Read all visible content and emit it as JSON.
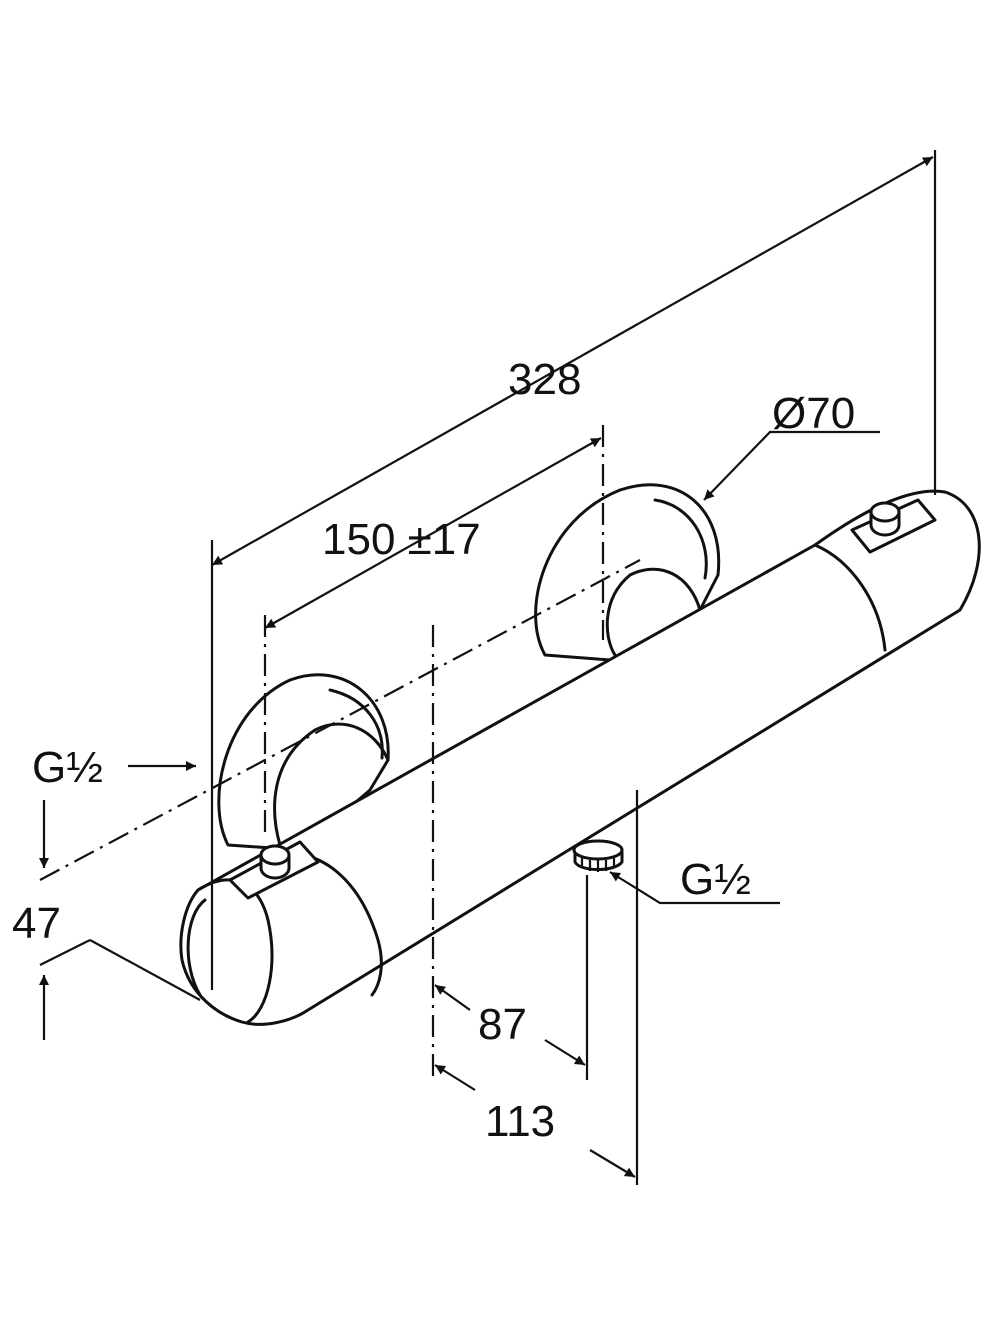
{
  "dimensions": {
    "overall_length": "328",
    "spacing": "150 ±17",
    "diameter": "Ø70",
    "inlet_thread": "G½",
    "outlet_thread": "G½",
    "depth": "47",
    "outlet_offset": "87",
    "total_depth": "113"
  },
  "colors": {
    "line": "#111111",
    "background": "#ffffff"
  }
}
